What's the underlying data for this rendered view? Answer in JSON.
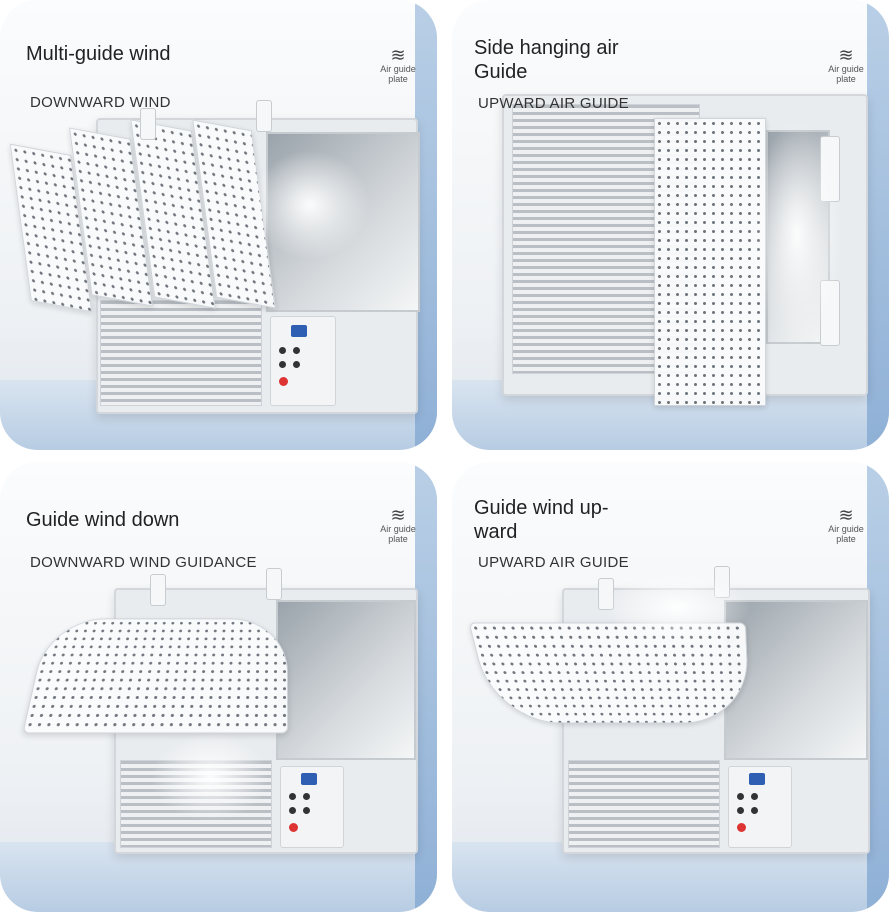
{
  "panels": [
    {
      "title": "Multi-guide wind",
      "subtitle": "DOWNWARD WIND",
      "icon_name": "wind-icon",
      "icon_label": "Air guide plate"
    },
    {
      "title": "Side hanging air Guide",
      "subtitle": "UPWARD AIR GUIDE",
      "icon_name": "wind-icon",
      "icon_label": "Air guide plate"
    },
    {
      "title": "Guide wind down",
      "subtitle": "DOWNWARD WIND GUIDANCE",
      "icon_name": "wind-icon",
      "icon_label": "Air guide plate"
    },
    {
      "title": "Guide wind up-ward",
      "subtitle": "UPWARD AIR GUIDE",
      "icon_name": "wind-icon",
      "icon_label": "Air guide plate"
    }
  ],
  "colors": {
    "wall": "#8fb0d6",
    "lcd": "#2f5fb3",
    "power_button": "#dd3333"
  }
}
